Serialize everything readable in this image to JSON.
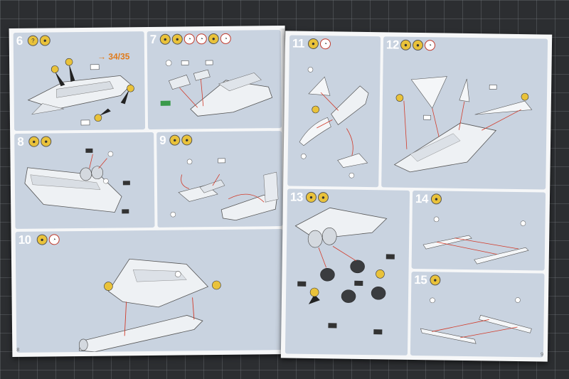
{
  "steps": [
    {
      "num": "6",
      "sheet_ref": "34/35"
    },
    {
      "num": "7"
    },
    {
      "num": "8"
    },
    {
      "num": "9"
    },
    {
      "num": "10"
    },
    {
      "num": "11"
    },
    {
      "num": "12"
    },
    {
      "num": "13"
    },
    {
      "num": "14"
    },
    {
      "num": "15"
    }
  ],
  "page_numbers": {
    "left": "8",
    "right": "9"
  },
  "colors": {
    "panel": "#c9d3e0",
    "paper": "#f6f7f8",
    "badge_yellow": "#e9c23a",
    "guide_line": "#d23b2a",
    "step_number": "#ffffff",
    "sheet_ref": "#e07a1a"
  }
}
